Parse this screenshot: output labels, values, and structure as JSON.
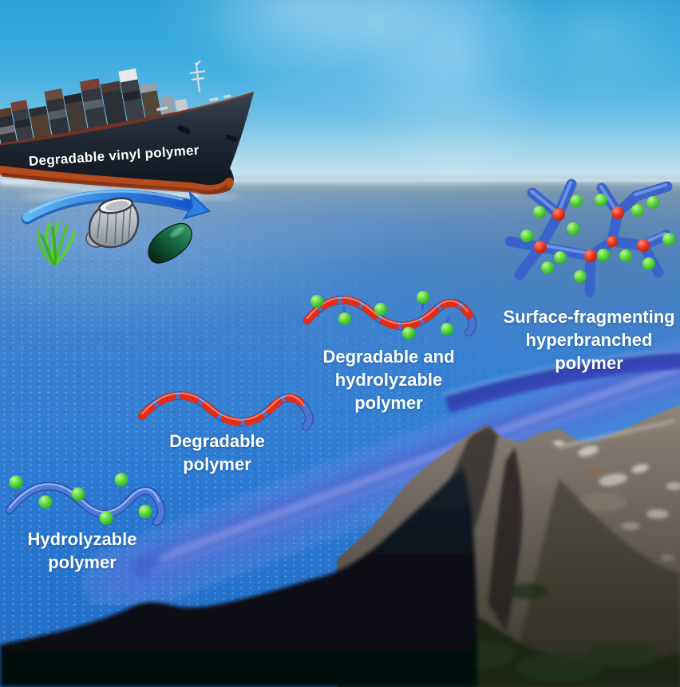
{
  "scene": {
    "ship": {
      "hull_text": "Degradable vinyl polymer"
    },
    "labels": {
      "hydrolyzable": {
        "lines": [
          "Hydrolyzable",
          "polymer"
        ]
      },
      "degradable": {
        "lines": [
          "Degradable",
          "polymer"
        ]
      },
      "degradable_hydrolyzable": {
        "lines": [
          "Degradable and",
          "hydrolyzable",
          "polymer"
        ]
      },
      "hyperbranched": {
        "lines": [
          "Surface-fragmenting",
          "hyperbranched",
          "polymer"
        ]
      }
    },
    "icons": {
      "arrow": "curved-release-arrow-icon",
      "organisms": [
        "seaweed-icon",
        "barnacle-icon",
        "mussel-icon"
      ],
      "polymers": [
        "hydrolyzable-polymer-chain",
        "degradable-polymer-chain",
        "degradable-hydrolyzable-polymer-chain",
        "hyperbranched-polymer-structure"
      ]
    },
    "colors": {
      "sky": "#2da2da",
      "sea": "#2f7ccf",
      "chain_blue": "#3e63c8",
      "chain_red": "#e22d18",
      "pendant_green": "#3cc02e",
      "node_red": "#d42414",
      "beam_blue": "#4452c8",
      "arrow_blue": "#2f7de0",
      "hull_dark": "#1b2430",
      "hull_bottom_orange": "#b44a1e",
      "label_text": "#ffffff"
    }
  }
}
